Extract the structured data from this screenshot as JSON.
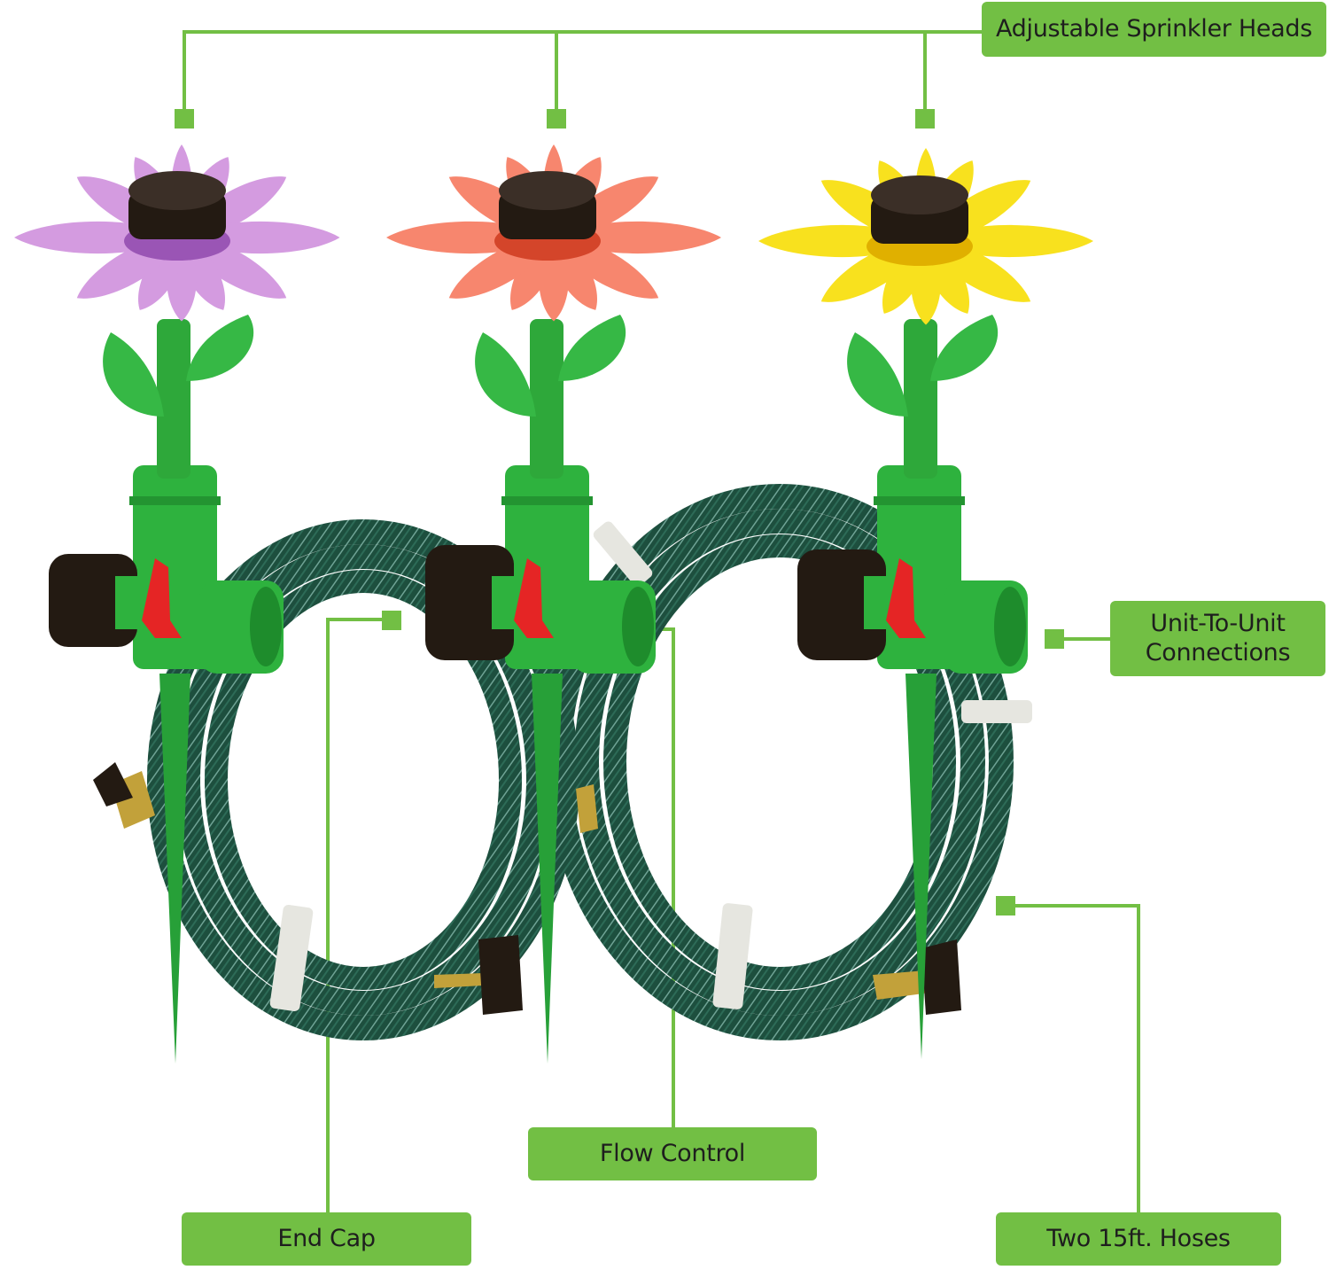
{
  "image_alt": "Three flower-shaped sprinkler stakes (purple, coral, yellow) with two coiled garden hoses",
  "callouts": {
    "sprinkler_heads": "Adjustable Sprinkler Heads",
    "unit_connections_line1": "Unit-To-Unit",
    "unit_connections_line2": "Connections",
    "flow_control": "Flow Control",
    "end_cap": "End Cap",
    "hoses": "Two 15ft. Hoses"
  },
  "colors": {
    "callout_green": "#72bf44",
    "flower_purple": "#d49be0",
    "flower_coral": "#f7866e",
    "flower_yellow": "#f8e11e",
    "stake_green": "#2ea83a",
    "hose_green": "#1f5a45",
    "valve_red": "#e52525"
  }
}
